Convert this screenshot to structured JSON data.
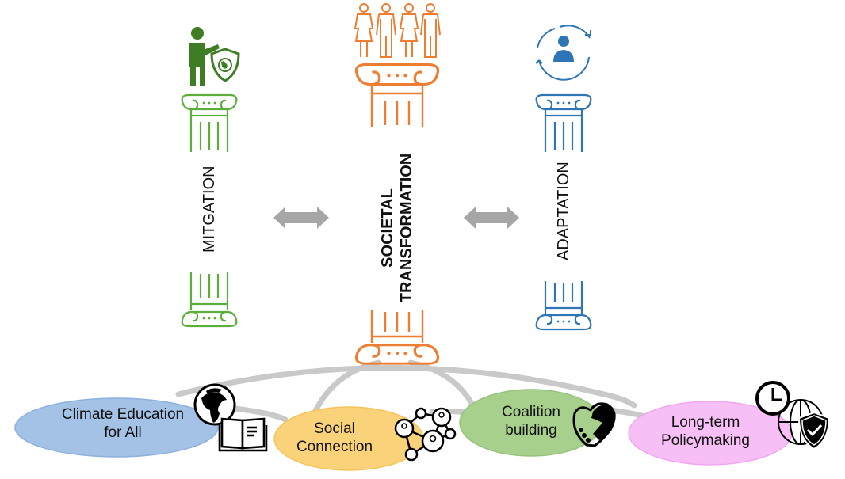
{
  "diagram": {
    "title": "Societal transformation as a pillar linking mitigation and adaptation",
    "pillars": [
      {
        "id": "mitigation",
        "label": "MITGATION",
        "color": "#5BAE3A",
        "icon": "person-shield-globe-icon"
      },
      {
        "id": "societal",
        "label_line1": "SOCIETAL",
        "label_line2": "TRANSFORMATION",
        "color": "#ED7D31",
        "icon": "group-of-people-icon"
      },
      {
        "id": "adaptation",
        "label": "ADAPTATION",
        "color": "#2E75B6",
        "icon": "person-cycle-arrows-icon"
      }
    ],
    "arrows": [
      {
        "from": "mitigation",
        "to": "societal",
        "type": "bidirectional",
        "color": "#A6A6A6"
      },
      {
        "from": "societal",
        "to": "adaptation",
        "type": "bidirectional",
        "color": "#A6A6A6"
      }
    ],
    "foundations": [
      {
        "id": "climate-education",
        "line1": "Climate Education",
        "line2": "for All",
        "fill": "#A4C2E6",
        "stroke": "#8DB0DC",
        "icons": [
          "globe-icon",
          "open-book-icon"
        ]
      },
      {
        "id": "social-connection",
        "line1": "Social",
        "line2": "Connection",
        "fill": "#FAD27A",
        "stroke": "#F4C45A",
        "icons": [
          "network-people-icon"
        ]
      },
      {
        "id": "coalition-building",
        "line1": "Coalition",
        "line2": "building",
        "fill": "#A8D08D",
        "stroke": "#94C27A",
        "icons": [
          "heart-handshake-icon"
        ]
      },
      {
        "id": "long-term-policymaking",
        "line1": "Long-term",
        "line2": "Policymaking",
        "fill": "#F7BFF5",
        "stroke": "#EFA6EE",
        "icons": [
          "clock-icon",
          "globe-grid-icon",
          "shield-check-icon"
        ]
      }
    ],
    "connector_color": "#C9C9C9"
  }
}
